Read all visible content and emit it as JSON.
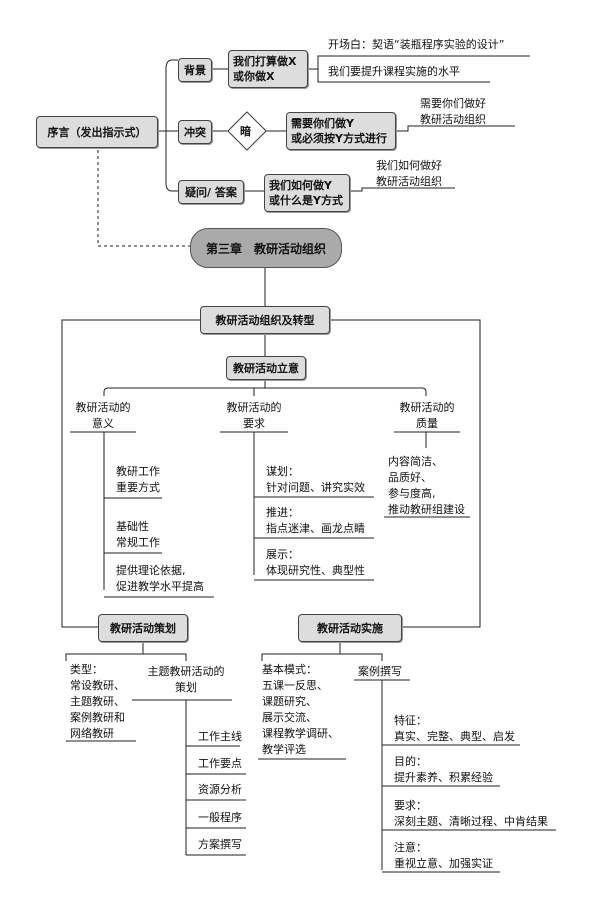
{
  "intro": {
    "root": "序言（发出指示式）",
    "background": "背景",
    "conflict": "冲突",
    "qa": "疑问/ 答案",
    "bg_box": "我们打算做X\n或你做X",
    "bg_leaf1": "开场白：契语“装瓶程序实验的设计”",
    "bg_leaf2": "我们要提升课程实施的水平",
    "dark": "暗",
    "conflict_box": "需要你们做Y\n或必须按Y方式进行",
    "conflict_leaf": "需要你们做好\n教研活动组织",
    "qa_box": "我们如何做Y\n或什么是Y方式",
    "qa_leaf": "我们如何做好\n教研活动组织"
  },
  "chapter": "第三章　教研活动组织",
  "main": {
    "org": "教研活动组织及转型",
    "intent": "教研活动立意",
    "meaning": "教研活动的\n意义",
    "meaning_items": [
      "教研工作\n重要方式",
      "基础性\n常规工作",
      "提供理论依据,\n促进教学水平提高"
    ],
    "req": "教研活动的\n要求",
    "req_items": [
      "谋划：\n针对问题、讲究实效",
      "推进：\n指点迷津、画龙点睛",
      "展示：\n体现研究性、典型性"
    ],
    "quality": "教研活动的\n质量",
    "quality_text": "内容简洁、\n品质好、\n参与度高,\n推动教研组建设"
  },
  "plan": {
    "title": "教研活动策划",
    "types": "类型：\n常设教研、\n主题教研、\n案例教研和\n网络教研",
    "theme": "主题教研活动的\n策划",
    "theme_items": [
      "工作主线",
      "工作要点",
      "资源分析",
      "一般程序",
      "方案撰写"
    ]
  },
  "impl": {
    "title": "教研活动实施",
    "basic": "基本模式：\n五课一反思、\n课题研究、\n展示交流、\n课程教学调研、\n教学评选",
    "case": "案例撰写",
    "case_items": [
      "特征：\n真实、完整、典型、启发",
      "目的：\n提升素养、积累经验",
      "要求：\n深刻主题、清晰过程、中肯结果",
      "注意：\n重视立意、加强实证"
    ]
  }
}
